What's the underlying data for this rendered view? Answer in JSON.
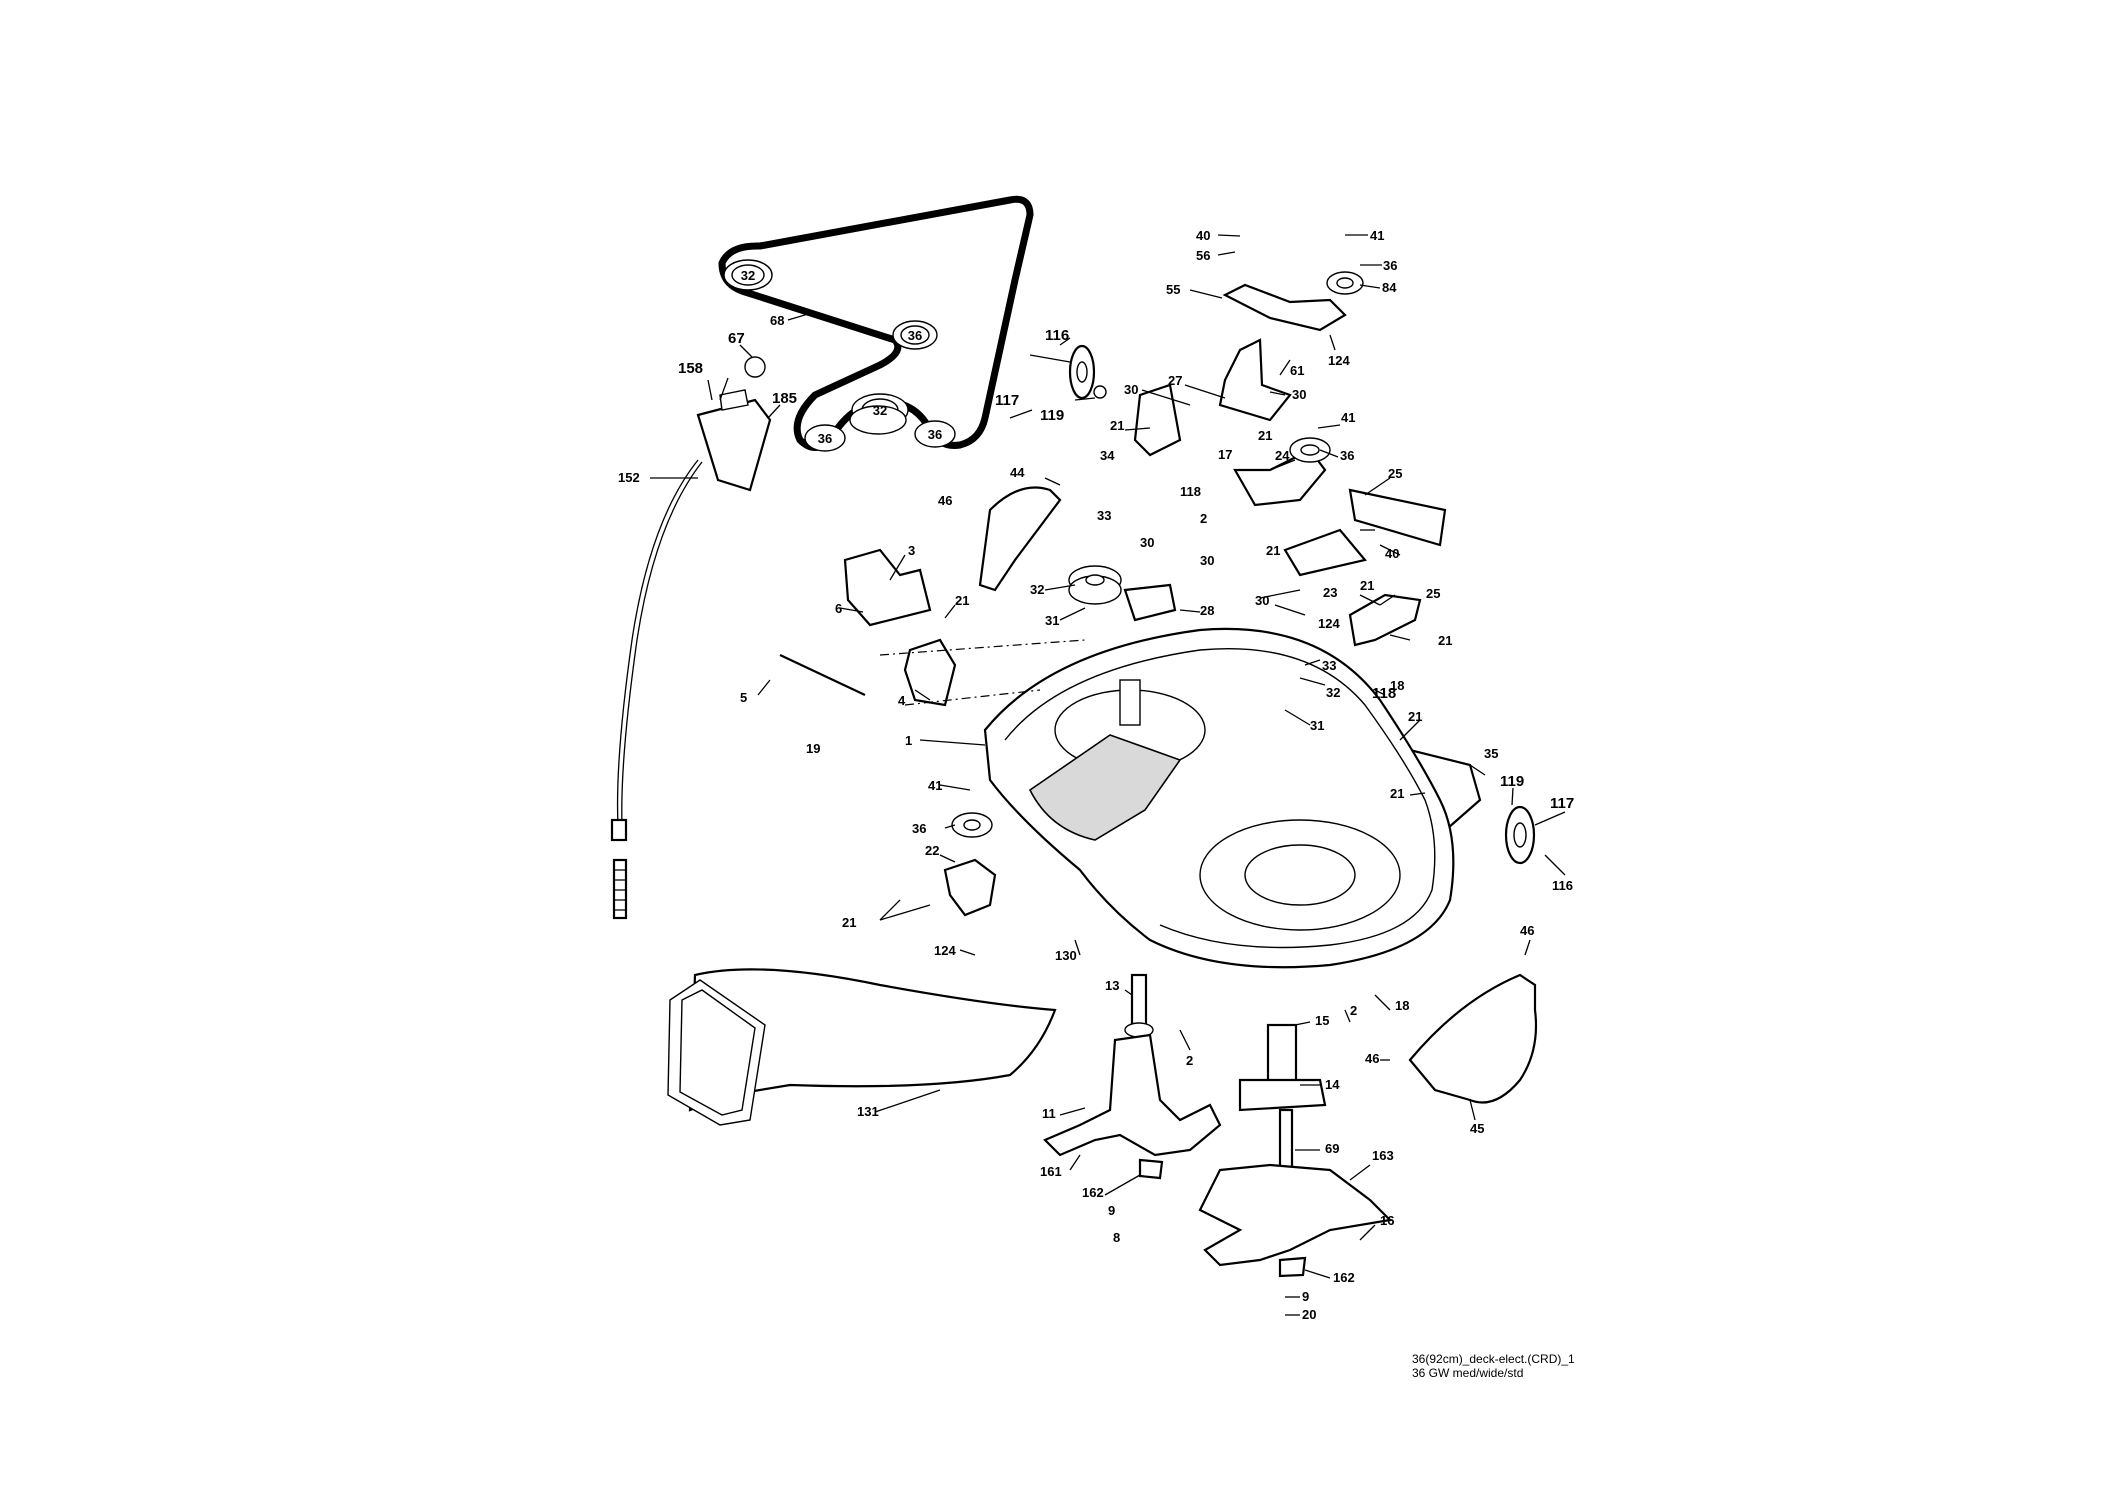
{
  "caption": {
    "line1": "36(92cm)_deck-elect.(CRD)_1",
    "line2": "36 GW med/wide/std"
  },
  "belt": {
    "pulley_labels": [
      "32",
      "36",
      "32",
      "36",
      "36"
    ],
    "belt_label": "68"
  },
  "callouts": [
    "40",
    "41",
    "56",
    "36",
    "84",
    "55",
    "124",
    "116",
    "61",
    "27",
    "30",
    "117",
    "119",
    "30",
    "21",
    "41",
    "34",
    "17",
    "21",
    "36",
    "24",
    "118",
    "25",
    "44",
    "2",
    "46",
    "33",
    "21",
    "40",
    "30",
    "30",
    "23",
    "21",
    "25",
    "32",
    "124",
    "3",
    "31",
    "28",
    "30",
    "21",
    "21",
    "33",
    "6",
    "118",
    "18",
    "32",
    "4",
    "5",
    "31",
    "21",
    "19",
    "1",
    "35",
    "41",
    "119",
    "117",
    "21",
    "36",
    "116",
    "22",
    "21",
    "124",
    "130",
    "46",
    "13",
    "2",
    "18",
    "15",
    "2",
    "46",
    "14",
    "131",
    "11",
    "45",
    "69",
    "163",
    "161",
    "162",
    "9",
    "16",
    "8",
    "162",
    "9",
    "20",
    "67",
    "158",
    "185",
    "152"
  ]
}
